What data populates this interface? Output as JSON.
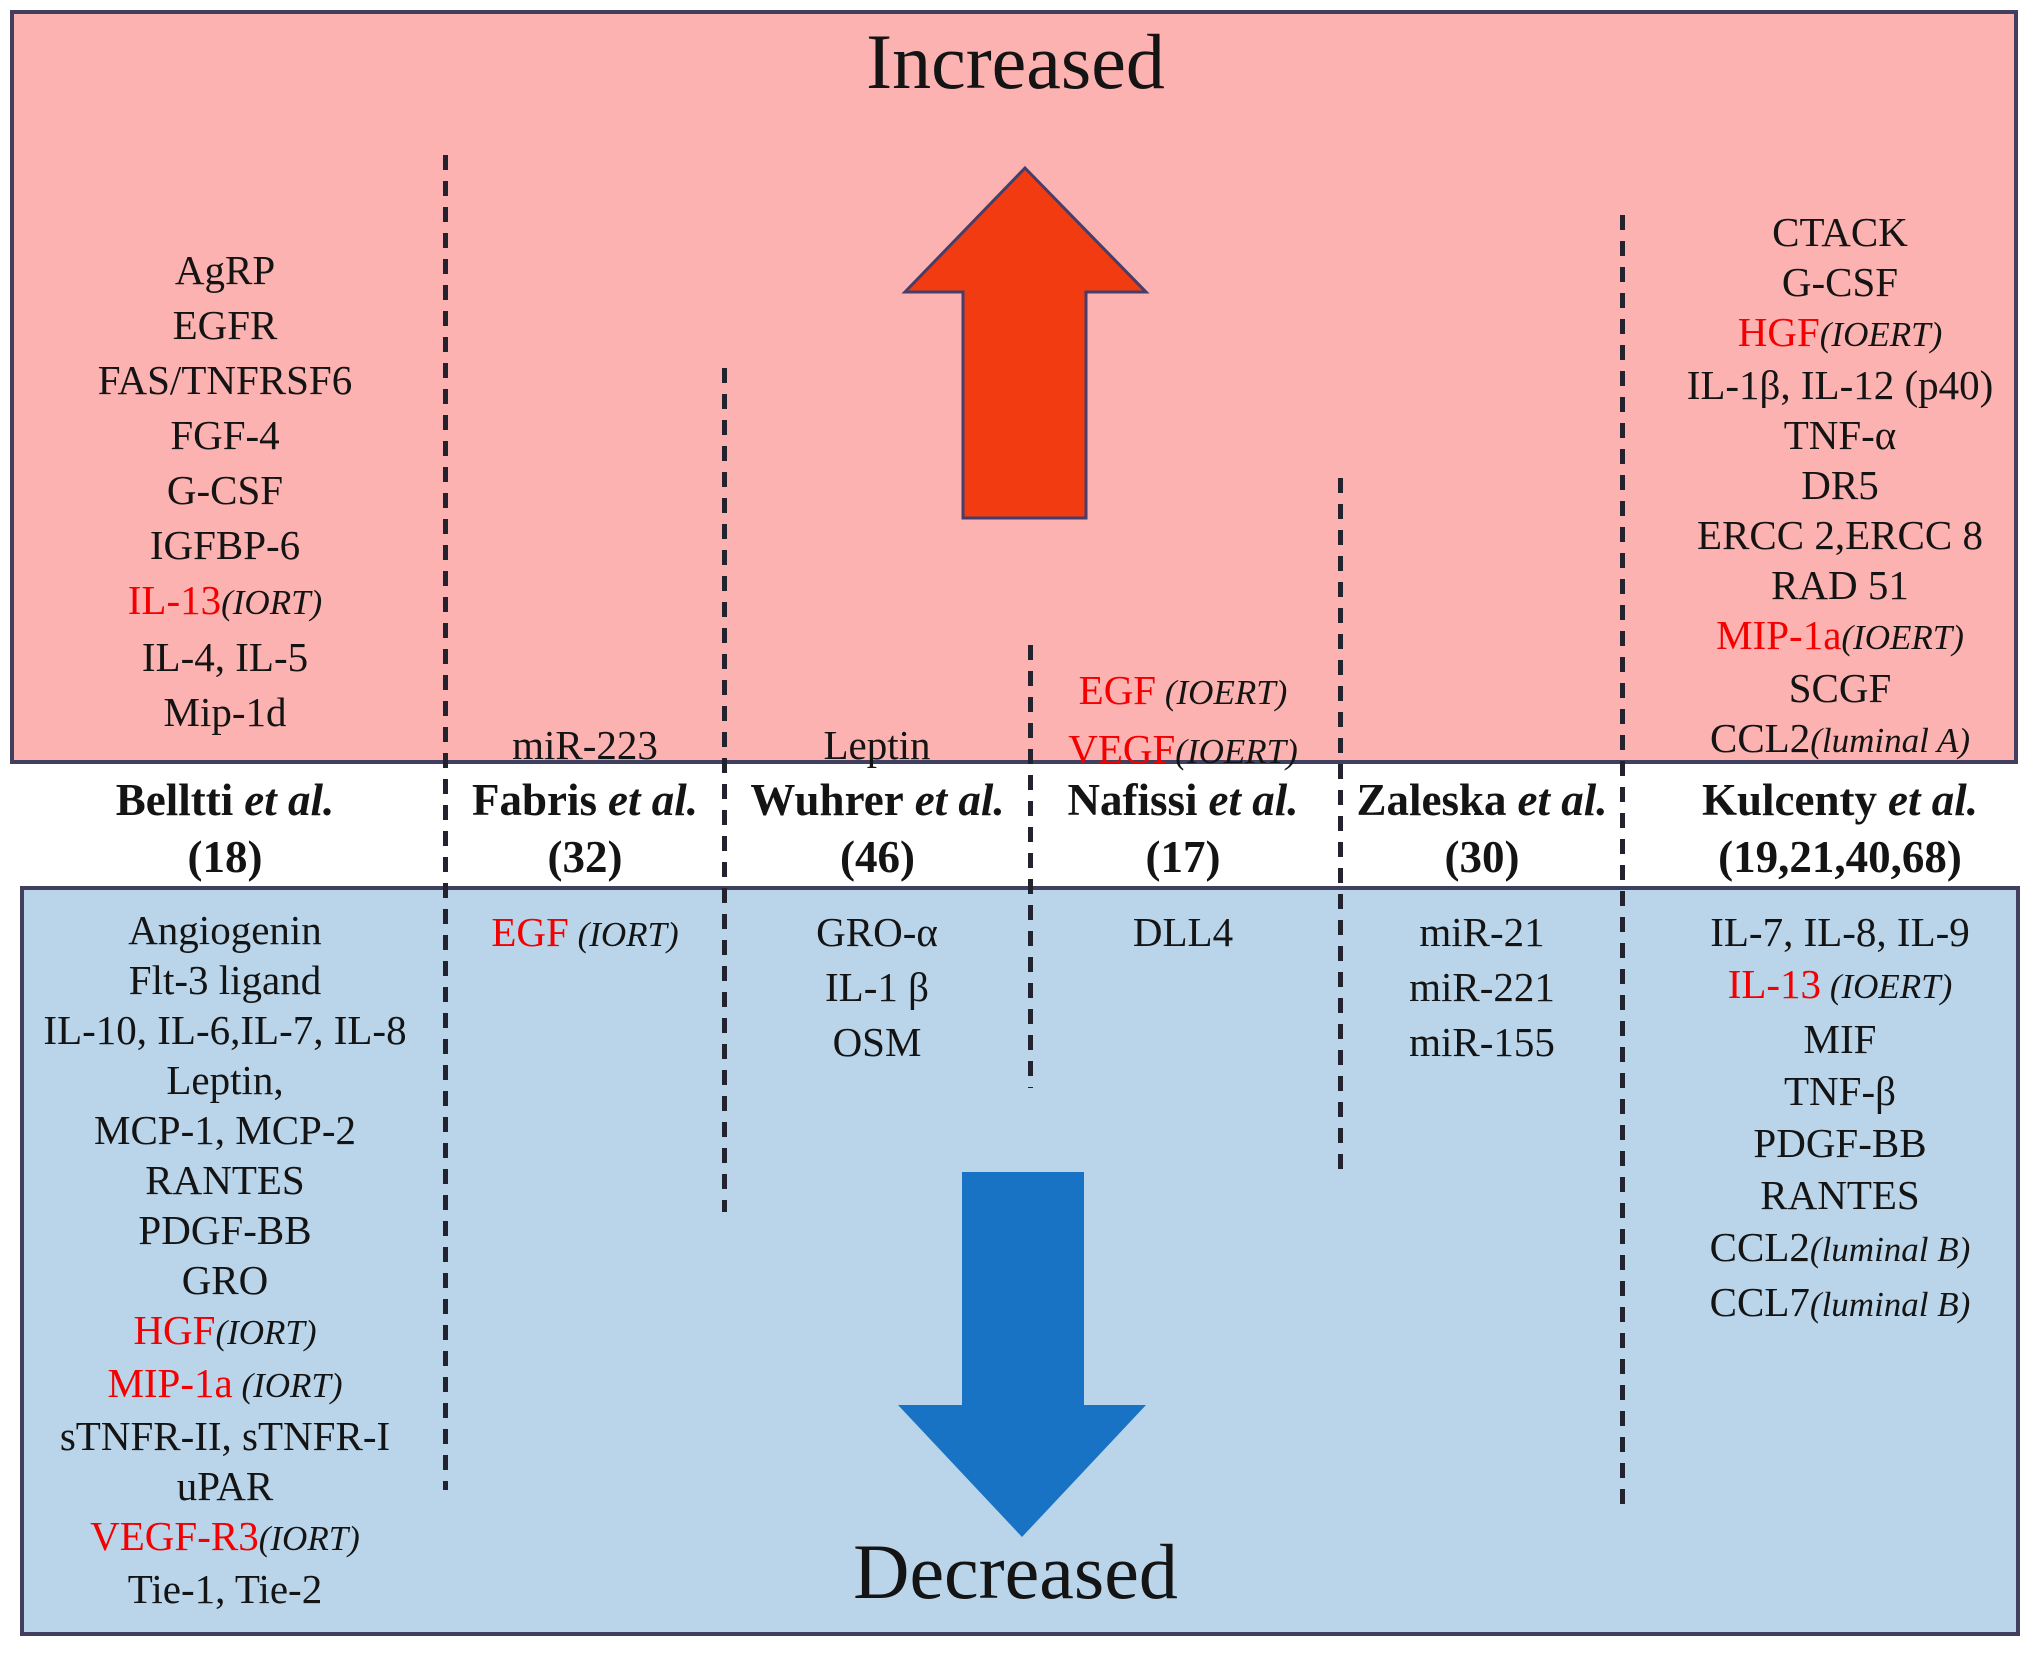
{
  "titles": {
    "increased": "Increased",
    "decreased": "Decreased"
  },
  "colors": {
    "pink_bg": "#fbb2b0",
    "blue_bg": "#bad5ea",
    "panel_border": "#40405e",
    "red_text": "#f40000",
    "up_arrow_fill": "#f23b10",
    "up_arrow_stroke": "#453e6b",
    "down_arrow_fill": "#1873c4"
  },
  "icons": {
    "up_arrow": "up-arrow-icon",
    "down_arrow": "down-arrow-icon"
  },
  "studies": [
    {
      "name": "Belltti",
      "etal": "et al.",
      "ref": "(18)",
      "increased": [
        [
          {
            "t": "AgRP"
          }
        ],
        [
          {
            "t": "EGFR"
          }
        ],
        [
          {
            "t": "FAS/TNFRSF6"
          }
        ],
        [
          {
            "t": "FGF-4"
          }
        ],
        [
          {
            "t": "G-CSF"
          }
        ],
        [
          {
            "t": "IGFBP-6"
          }
        ],
        [
          {
            "t": "IL-13",
            "s": "red"
          },
          {
            "t": "(IORT)",
            "s": "it"
          }
        ],
        [
          {
            "t": "IL-4, IL-5"
          }
        ],
        [
          {
            "t": "Mip-1d"
          }
        ]
      ],
      "decreased": [
        [
          {
            "t": "Angiogenin"
          }
        ],
        [
          {
            "t": "Flt-3 ligand"
          }
        ],
        [
          {
            "t": "IL-10, IL-6,IL-7, IL-8"
          }
        ],
        [
          {
            "t": "Leptin,"
          }
        ],
        [
          {
            "t": "MCP-1, MCP-2"
          }
        ],
        [
          {
            "t": "RANTES"
          }
        ],
        [
          {
            "t": "PDGF-BB"
          }
        ],
        [
          {
            "t": "GRO"
          }
        ],
        [
          {
            "t": "HGF",
            "s": "red"
          },
          {
            "t": "(IORT)",
            "s": "it"
          }
        ],
        [
          {
            "t": "MIP-1a",
            "s": "red"
          },
          {
            "t": " (IORT)",
            "s": "it"
          }
        ],
        [
          {
            "t": "sTNFR-II, sTNFR-I"
          }
        ],
        [
          {
            "t": "uPAR"
          }
        ],
        [
          {
            "t": "VEGF-R3",
            "s": "red"
          },
          {
            "t": "(IORT)",
            "s": "it"
          }
        ],
        [
          {
            "t": "Tie-1, Tie-2"
          }
        ]
      ]
    },
    {
      "name": "Fabris",
      "etal": "et al.",
      "ref": "(32)",
      "increased": [
        [
          {
            "t": "miR-223"
          }
        ]
      ],
      "decreased": [
        [
          {
            "t": "EGF",
            "s": "red"
          },
          {
            "t": " (IORT)",
            "s": "it"
          }
        ]
      ]
    },
    {
      "name": "Wuhrer",
      "etal": "et al.",
      "ref": "(46)",
      "increased": [
        [
          {
            "t": "Leptin"
          }
        ]
      ],
      "decreased": [
        [
          {
            "t": "GRO-α"
          }
        ],
        [
          {
            "t": "IL-1 β"
          }
        ],
        [
          {
            "t": "OSM"
          }
        ]
      ]
    },
    {
      "name": "Nafissi",
      "etal": "et al.",
      "ref": "(17)",
      "increased": [
        [
          {
            "t": "EGF",
            "s": "red"
          },
          {
            "t": " (IOERT)",
            "s": "it"
          }
        ],
        [
          {
            "t": "VEGF",
            "s": "red"
          },
          {
            "t": "(IOERT)",
            "s": "it"
          }
        ]
      ],
      "decreased": [
        [
          {
            "t": "DLL4"
          }
        ]
      ]
    },
    {
      "name": "Zaleska",
      "etal": "et al.",
      "ref": "(30)",
      "increased": [],
      "decreased": [
        [
          {
            "t": "miR-21"
          }
        ],
        [
          {
            "t": "miR-221"
          }
        ],
        [
          {
            "t": "miR-155"
          }
        ]
      ]
    },
    {
      "name": "Kulcenty",
      "etal": "et al.",
      "ref": "(19,21,40,68)",
      "increased": [
        [
          {
            "t": "CTACK"
          }
        ],
        [
          {
            "t": "G-CSF"
          }
        ],
        [
          {
            "t": "HGF",
            "s": "red"
          },
          {
            "t": "(IOERT)",
            "s": "it"
          }
        ],
        [
          {
            "t": "IL-1β, IL-12 (p40)"
          }
        ],
        [
          {
            "t": "TNF-α"
          }
        ],
        [
          {
            "t": "DR5"
          }
        ],
        [
          {
            "t": "ERCC 2,ERCC 8"
          }
        ],
        [
          {
            "t": "RAD 51"
          }
        ],
        [
          {
            "t": "MIP-1a",
            "s": "red"
          },
          {
            "t": "(IOERT)",
            "s": "it"
          }
        ],
        [
          {
            "t": "SCGF"
          }
        ],
        [
          {
            "t": "CCL2"
          },
          {
            "t": "(luminal A)",
            "s": "it"
          }
        ]
      ],
      "decreased": [
        [
          {
            "t": "IL-7, IL-8, IL-9"
          }
        ],
        [
          {
            "t": "IL-13",
            "s": "red"
          },
          {
            "t": " (IOERT)",
            "s": "it"
          }
        ],
        [
          {
            "t": "MIF"
          }
        ],
        [
          {
            "t": "TNF-β"
          }
        ],
        [
          {
            "t": "PDGF-BB"
          }
        ],
        [
          {
            "t": "RANTES"
          }
        ],
        [
          {
            "t": "CCL2"
          },
          {
            "t": "(luminal B)",
            "s": "it"
          }
        ],
        [
          {
            "t": "CCL7"
          },
          {
            "t": "(luminal B)",
            "s": "it"
          }
        ]
      ]
    }
  ]
}
